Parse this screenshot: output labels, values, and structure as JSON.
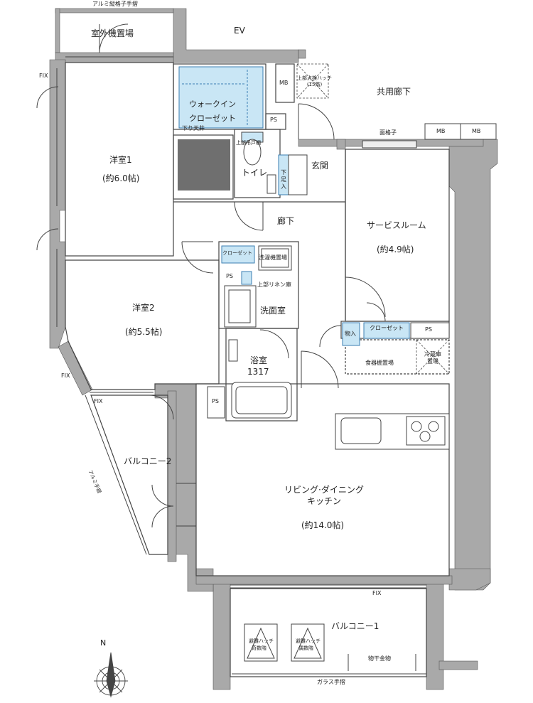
{
  "rooms": {
    "outdoor_unit": "室外機置場",
    "ev": "EV",
    "common_corridor": "共用廊下",
    "western_room_1": {
      "name": "洋室1",
      "size": "(約6.0帖)"
    },
    "walk_in": {
      "line1": "ウォークイン",
      "line2": "クローゼット",
      "note": "下り天井"
    },
    "toilet": "トイレ",
    "upper_cabinet": "上部吊戸棚",
    "entrance": "玄関",
    "shoe_box": "下足入",
    "hallway": "廊下",
    "service_room": {
      "name": "サービスルーム",
      "size": "(約4.9帖)"
    },
    "western_room_2": {
      "name": "洋室2",
      "size": "(約5.5帖)"
    },
    "closet_small": "クローゼット",
    "washer_area": "洗濯機置場",
    "linen_upper": "上部リネン庫",
    "washroom": "洗面室",
    "bathroom": {
      "name": "浴室",
      "size": "1317"
    },
    "storage": "物入",
    "closet_service": "クローゼット",
    "dish_shelf": "食器棚置場",
    "fridge_area": "冷蔵庫置場",
    "balcony_2": "バルコニー2",
    "ldk": {
      "line1": "リビング·ダイニング",
      "line2": "キッチン",
      "size": "(約14.0帖)"
    },
    "balcony_1": "バルコニー1",
    "clothes_hanger": "物干金物"
  },
  "labels": {
    "aluminum_railing": "アルミ縦格子手摺",
    "glass_railing": "ガラス手摺",
    "lattice": "面格子",
    "upper_hatch": "上部点検ハッチ\n(15階)",
    "mb": "MB",
    "ps": "PS",
    "fix": "FIX",
    "sloped_railing": "アルミ手摺",
    "hatch_odd": {
      "line1": "避難ハッチ",
      "line2": "奇数階"
    },
    "hatch_even": {
      "line1": "避難ハッチ",
      "line2": "偶数階"
    },
    "north": "N"
  },
  "colors": {
    "wall": "#a9a9a9",
    "wall_dark": "#8e8e8e",
    "line": "#444444",
    "light_blue": "#c9e6f5",
    "blue_line": "#3b7fb2",
    "dark_gray": "#6f6f6f"
  }
}
